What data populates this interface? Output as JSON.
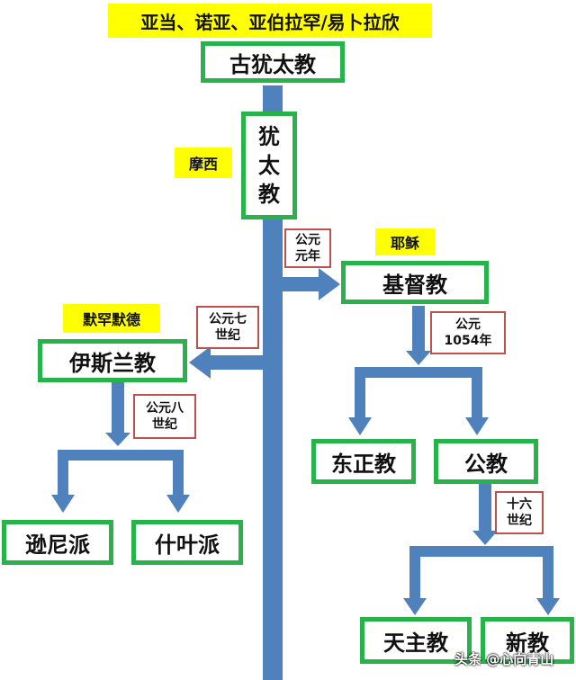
{
  "top_label": "亚当、诺亚、亚伯拉罕/易卜拉欣",
  "nodes": {
    "ancient_judaism": "古犹太教",
    "judaism_chars": [
      "犹",
      "太",
      "教"
    ],
    "christianity": "基督教",
    "islam": "伊斯兰教",
    "eastern_orthodox": "东正教",
    "catholic_general": "公教",
    "sunni": "逊尼派",
    "shia": "什叶派",
    "roman_catholic": "天主教",
    "protestant": "新教"
  },
  "founders": {
    "moses": "摩西",
    "jesus": "耶稣",
    "muhammad": "默罕默德"
  },
  "periods": {
    "christianity_start": "公元\n元年",
    "islam_start": "公元七\n世纪",
    "islam_split": "公元八\n世纪",
    "great_schism": "公元\n1054年",
    "reformation": "十六\n世纪"
  },
  "credit": "头条 @心向青山",
  "colors": {
    "box_border": "#27b24a",
    "label_bg": "#ffff00",
    "period_border": "#c0504d",
    "arrow": "#4f81bd"
  }
}
